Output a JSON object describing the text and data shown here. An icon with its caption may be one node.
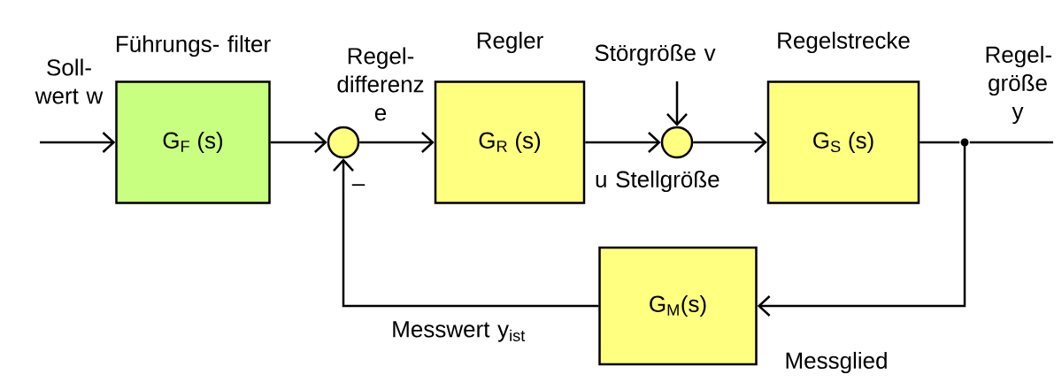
{
  "diagram": {
    "nodes": [
      {
        "text": [
          "Führungs- filter",
          "G$_{F}$ (s)"
        ]
      },
      {
        "text": [],
        "shape": "circle"
      },
      {
        "text": [
          "Regler",
          "G$_{R}$ (s)"
        ]
      },
      {
        "text": [],
        "shape": "circle"
      },
      {
        "text": [
          "Regelstrecke",
          "G$_{S}$ (s)"
        ]
      },
      {
        "text": [],
        "shape": "circle"
      },
      {
        "text": [
          "G$_{M}$(s)"
        ],
        "beside": [
          "Messglied"
        ]
      }
    ],
    "edges": [
      {
        "from": null,
        "to": 0,
        "arrow": "to",
        "label": "Soll- wert w"
      },
      {
        "from": 0,
        "to": 1,
        "arrow": "to"
      },
      {
        "from": 1,
        "to": 2,
        "arrow": "to",
        "label": "Regel- differenz e"
      },
      {
        "from": 2,
        "to": 3,
        "arrow": "to",
        "label": "u Stellgröße"
      },
      {
        "from": null,
        "to": 3,
        "arrow": "to",
        "label": "Störgröße v"
      },
      {
        "from": 3,
        "to": 4,
        "arrow": "to"
      },
      {
        "from": 4,
        "to": 5,
        "arrow": "none"
      },
      {
        "from": 5,
        "to": null,
        "arrow": "none",
        "label": "Regel- größe y"
      },
      {
        "from": 5,
        "to": 6,
        "arrow": "to"
      },
      {
        "from": 6,
        "to": 1,
        "arrow": "to",
        "label": "Messwert y$_{ist}$"
      }
    ],
    "labels": [
      "–"
    ]
  }
}
